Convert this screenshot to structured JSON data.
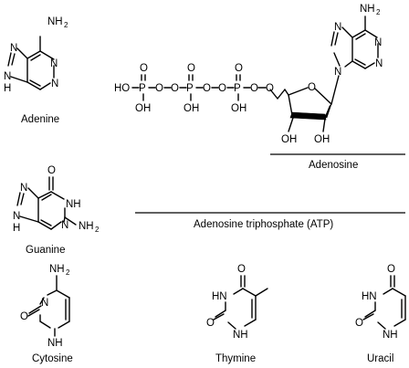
{
  "labels": {
    "adenine": "Adenine",
    "guanine": "Guanine",
    "cytosine": "Cytosine",
    "thymine": "Thymine",
    "uracil": "Uracil",
    "adenosine": "Adenosine",
    "atp": "Adenosine triphosphate (ATP)"
  },
  "atoms": {
    "nh2": "NH",
    "nh2_sub": "2",
    "n": "N",
    "h": "H",
    "o": "O",
    "p": "P",
    "hn": "HN",
    "oh": "OH",
    "ho": "HO",
    "nh": "NH"
  }
}
